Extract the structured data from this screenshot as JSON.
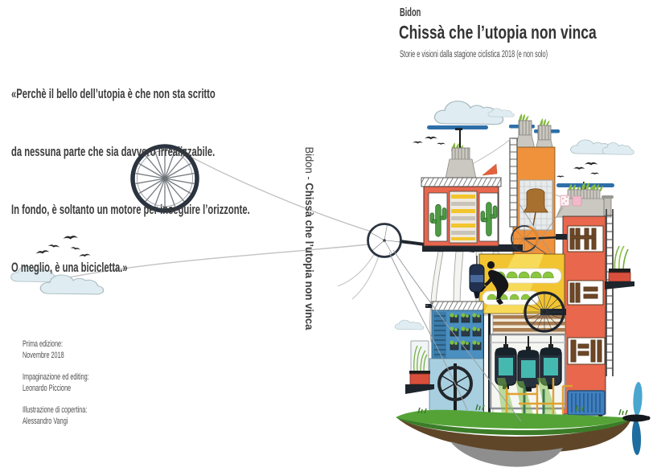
{
  "back_cover": {
    "quote_lines": [
      "«Perchè il bello dell’utopia è che non sta scritto",
      "da nessuna parte che sia davvero irrealizzabile.",
      "In fondo, è soltanto un motore per inseguire l’orizzonte.",
      "O meglio, è una bicicletta.»"
    ],
    "credits": [
      {
        "label": "Prima edizione:",
        "value": "Novembre 2018"
      },
      {
        "label": "Impaginazione ed editing:",
        "value": "Leonardo Piccione"
      },
      {
        "label": "Illustrazione di copertina:",
        "value": "Alessandro Vangi"
      }
    ]
  },
  "spine": {
    "prefix": "Bidon - ",
    "title": "Chissà che l’utopia non vinca"
  },
  "front_cover": {
    "brand": "Bidon",
    "title": "Chissà che l’utopia non vinca",
    "subtitle": "Storie e visioni dalla stagione ciclistica 2018 (e non solo)"
  },
  "illustration": {
    "alt": "Bicycle wheel on back cover linked by cables to a pulley wheel and a floating island city with bell tower, cactus house, cyclist, gondolas, rooftop rotors, clouds, birds and a blue propeller",
    "colors": {
      "ink": "#3b3b3b",
      "orange": "#f0923b",
      "coral": "#e8674d",
      "yellow": "#f2c431",
      "yellow_light": "#f7da57",
      "teal": "#45b8b0",
      "blue": "#4a8fc0",
      "blue_dark": "#3b7cab",
      "light_blue": "#a7cfe0",
      "rotor_blue": "#2d6fa8",
      "grass": "#55a337",
      "grass_dark": "#3c7c28",
      "dirt": "#5f4628",
      "rock": "#8e8e8e",
      "cloud": "#dfecf1",
      "cactus": "#4f9b45",
      "bush": "#8cc63f",
      "awning": "#a87b50",
      "cap_gray": "#cbc8c1",
      "wheel": "#2b3440",
      "cable": "#c2c2c2",
      "propeller_light": "#49a7cf",
      "propeller_dark": "#1d6da0",
      "pot_red": "#d8503c",
      "cabin": "#25313d",
      "radiator": "#3f80bf",
      "pipe_yellow": "#dfa230"
    }
  }
}
